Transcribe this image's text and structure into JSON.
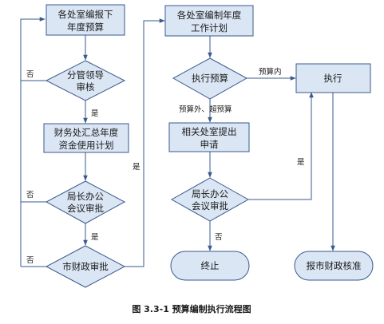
{
  "nodes": {
    "submit_budget": {
      "lines": [
        "各处室编报下",
        "年度预算"
      ]
    },
    "leader_review": {
      "lines": [
        "分管领导",
        "审核"
      ]
    },
    "finance_plan": {
      "lines": [
        "财务处汇总年度",
        "资金使用计划"
      ]
    },
    "bureau_meeting_1": {
      "lines": [
        "局长办公",
        "会议审批"
      ]
    },
    "city_finance": {
      "lines": [
        "市财政审批"
      ]
    },
    "work_plan": {
      "lines": [
        "各处室编制年度",
        "工作计划"
      ]
    },
    "execute_budget": {
      "lines": [
        "执行预算"
      ]
    },
    "dept_request": {
      "lines": [
        "相关处室提出",
        "申请"
      ]
    },
    "bureau_meeting_2": {
      "lines": [
        "局长办公",
        "会议审批"
      ]
    },
    "terminate": {
      "lines": [
        "终止"
      ]
    },
    "execute": {
      "lines": [
        "执行"
      ]
    },
    "report_city": {
      "lines": [
        "报市财政核准"
      ]
    }
  },
  "edge_labels": {
    "no_leader": "否",
    "yes_leader": "是",
    "no_meeting1": "否",
    "yes_meeting1": "是",
    "no_city": "否",
    "yes_city": "是",
    "within_budget": "预算内",
    "over_budget": "预算外、超预算",
    "yes_meeting2": "是",
    "no_meeting2": "否"
  },
  "caption": "图 3.3-1 预算编制执行流程图",
  "colors": {
    "node_fill": "#dbe6f4",
    "stroke": "#3a5a8c"
  }
}
